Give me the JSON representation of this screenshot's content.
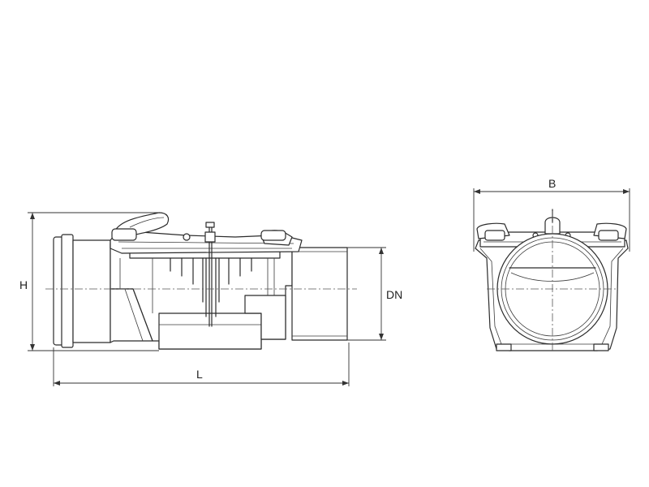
{
  "dimensions": {
    "height_label": "H",
    "length_label": "L",
    "diameter_label": "DN",
    "width_label": "B"
  }
}
